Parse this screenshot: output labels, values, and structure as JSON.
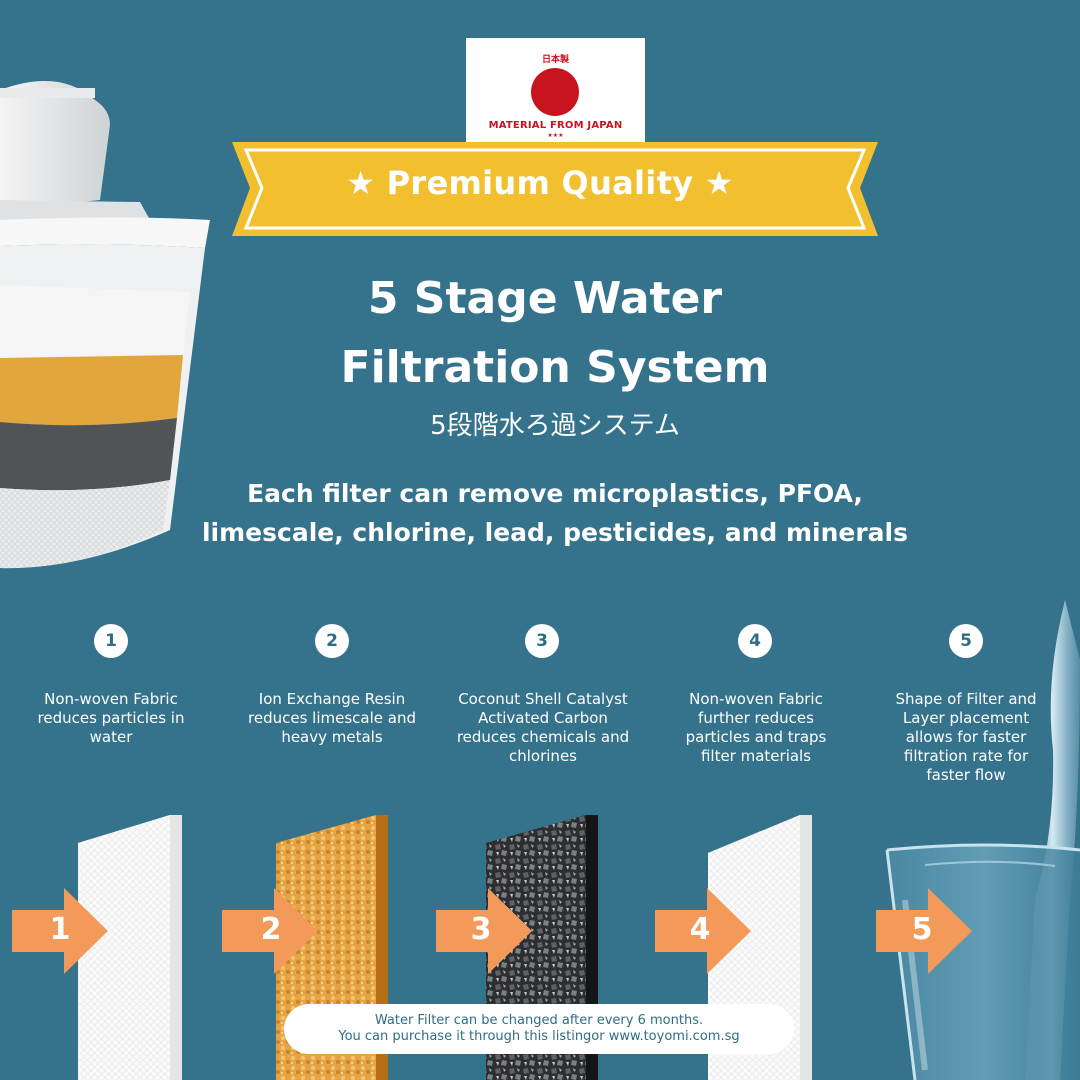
{
  "badge": {
    "kanji": "日本製",
    "text": "MATERIAL FROM JAPAN",
    "stars": "★★★",
    "sun_color": "#c8141e"
  },
  "ribbon": {
    "label": "★ Premium Quality ★",
    "color": "#f2c02e"
  },
  "title": {
    "line1": "5 Stage Water",
    "line2": "Filtration System",
    "japanese": "5段階水ろ過システム"
  },
  "subtitle": {
    "line1": "Each filter can remove microplastics, PFOA,",
    "line2": "limescale, chlorine, lead, pesticides, and minerals"
  },
  "stages": [
    {
      "number": "1",
      "description": "Non-woven Fabric reduces particles in water",
      "material": "white-fabric"
    },
    {
      "number": "2",
      "description": "Ion Exchange Resin reduces limescale and heavy metals",
      "material": "orange-resin"
    },
    {
      "number": "3",
      "description": "Coconut Shell Catalyst Activated Carbon reduces chemicals and chlorines",
      "material": "activated-carbon"
    },
    {
      "number": "4",
      "description": "Non-woven Fabric further reduces particles and traps filter materials",
      "material": "white-fabric"
    },
    {
      "number": "5",
      "description": "Shape of Filter and Layer placement allows for faster filtration rate for faster flow",
      "material": "glass-of-water"
    }
  ],
  "note": {
    "line1": "Water Filter can be changed after every 6 months.",
    "line2": "You can purchase it through this listingor www.toyomi.com.sg"
  },
  "colors": {
    "background": "#35738c",
    "arrow": "#f39a5a",
    "accent_text": "#2f6d85"
  }
}
